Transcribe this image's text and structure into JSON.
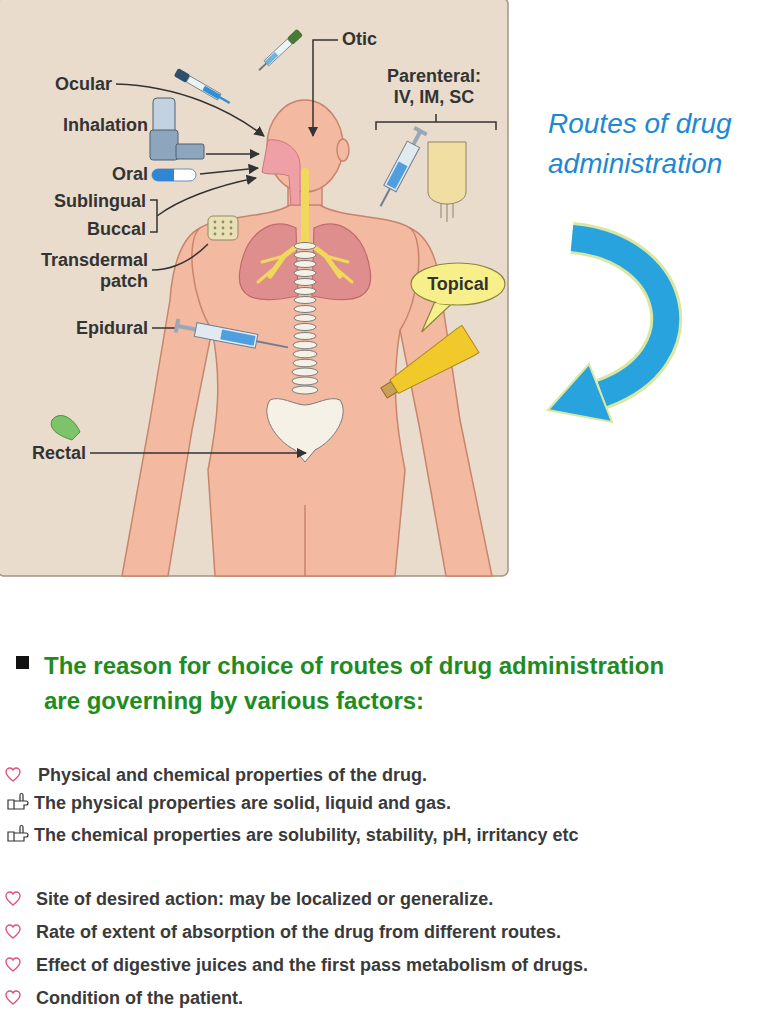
{
  "diagram": {
    "title": "Routes of drug administration",
    "nodes": [
      {
        "text": [
          "Topical"
        ]
      }
    ],
    "labels": [
      "Otic",
      "Ocular",
      "Inhalation",
      "Oral",
      "Sublingual",
      "Buccal",
      "Transdermal patch",
      "Parenteral: IV, IM, SC",
      "Epidural",
      "Rectal",
      "The reason for choice of routes of drug administration are governing by various factors:",
      "Physical and chemical properties of the drug.",
      "The physical properties are solid, liquid and gas.",
      "The chemical properties are solubility, stability, pH, irritancy etc",
      "Site of desired action: may be localized or generalize.",
      "Rate of extent of absorption of the drug from different routes.",
      "Effect of digestive juices and the first pass metabolism of drugs.",
      "Condition of the patient."
    ]
  }
}
